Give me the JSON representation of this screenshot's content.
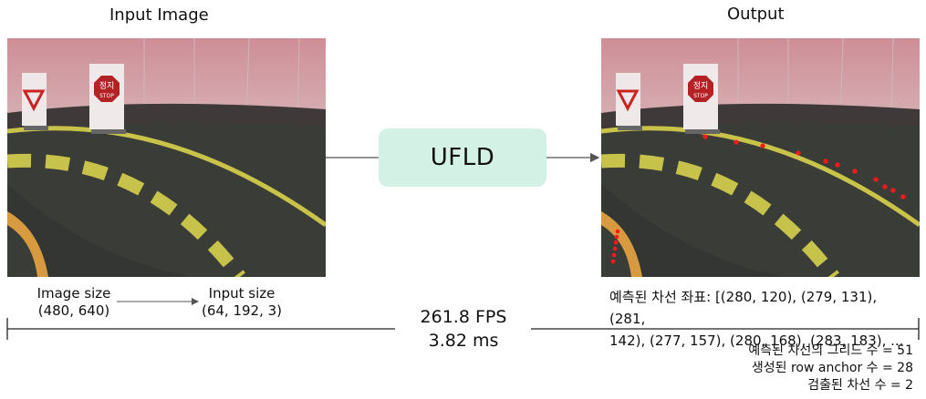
{
  "titles": {
    "input": "Input Image",
    "output": "Output"
  },
  "model_box": {
    "label": "UFLD"
  },
  "image_size": {
    "label": "Image size",
    "value": "(480, 640)"
  },
  "input_size": {
    "label": "Input size",
    "value": "(64, 192, 3)"
  },
  "performance": {
    "fps": "261.8 FPS",
    "latency": "3.82 ms"
  },
  "predicted_coords": {
    "line1": "예측된 차선 좌표: [(280, 120), (279, 131), (281,",
    "line2": "142), (277, 157), (280, 168), (283, 183), ..."
  },
  "stats": {
    "grid": "예측된 차선의 그리드 수 = 51",
    "row_anchor": "생성된 row anchor 수 = 28",
    "detected": "검출된 차선 수 = 2"
  },
  "sign_text": {
    "left_sign": "",
    "stop_korean": "정지",
    "stop_english": "STOP"
  },
  "colors": {
    "model_box": "#d4f1e6",
    "lane_point": "#ff1a1a",
    "lane_paint": "#c9c34a"
  }
}
